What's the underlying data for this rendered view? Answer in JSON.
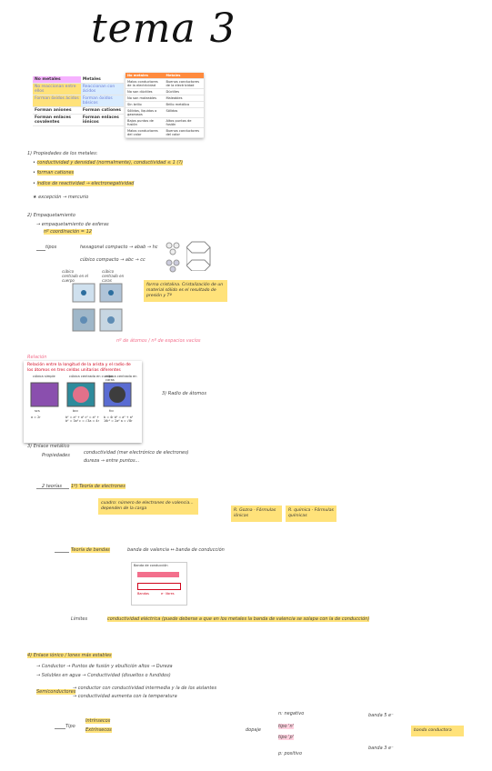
{
  "title": "tema 3",
  "table_left": {
    "headers": [
      "No metales",
      "Metales"
    ],
    "rows": [
      [
        "No reaccionan entre ellos",
        "Reaccionan con ácidos"
      ],
      [
        "Forman óxidos ácidos",
        "Forman óxidos básicos"
      ],
      [
        "Forman aniones",
        "Forman cationes"
      ],
      [
        "Forman enlaces covalentes",
        "Forman enlaces iónicos"
      ]
    ]
  },
  "table_right": {
    "headers": [
      "No metales",
      "Metales"
    ],
    "rows": [
      [
        "Malos conductores de la electricidad",
        "Buenos conductores de la electricidad"
      ],
      [
        "No son dúctiles",
        "Dúctiles"
      ],
      [
        "No son maleables",
        "Maleables"
      ],
      [
        "Sin brillo",
        "Brillo metálico"
      ],
      [
        "Sólidos, líquidos o gaseosos",
        "Sólidos"
      ],
      [
        "Bajos puntos de fusión",
        "Altos puntos de fusión"
      ],
      [
        "Malos conductores del calor",
        "Buenos conductores del calor"
      ]
    ]
  },
  "section1": {
    "heading": "1) Propiedades de los metales:",
    "items": [
      "conductividad y densidad (normalmente), conductividad ≤ 1 (?)",
      "forman cationes",
      "índice de reactividad → electronegatividad",
      "excepción → mercurio"
    ]
  },
  "section2": {
    "heading": "2) Empaquetamiento",
    "line1": "→ empaquetamiento de esferas",
    "line2": "nº coordinación = 12",
    "tipos": "tipos",
    "hexagonal": "hexagonal compacto → abab → hc",
    "cubico": "cúbico compacto → abc → cc",
    "sub_labels": [
      "cúbico centrado en el cuerpo",
      "cúbico centrado en caras"
    ],
    "note": "forma cristalina. Cristalización de un material sólido es el resultado de presión y Tª",
    "pink_note": "nº de átomos / nº de espacios vacíos",
    "rel_title": "Relación entre la longitud de la arista y el radio de los átomos en tres celdas unitarias diferentes",
    "rel_headers": [
      "cúbica simple",
      "cúbica centrada en cuerpo",
      "cúbica centrada en caras"
    ],
    "rel_formulas": [
      "a = 2r",
      "b² = a² + a²  c² = a² + b² = 3a²  c = √3a = 4r",
      "b = 4r  b² = a² + a²  16r² = 2a²  a = √8r"
    ],
    "cell_labels": [
      "scs",
      "bcc",
      "fcc"
    ],
    "pink_label": "Relación",
    "side_note": "3) Radio de átomos"
  },
  "section3": {
    "heading": "3) Enlace metálico",
    "prop": "Propiedades",
    "prop1": "conductividad (mar electrónico de electrones)",
    "prop2": "dureza → entre puntos...",
    "teoria": "2 teorías",
    "teoria1": "1º) Teoría de electrones",
    "cuadro": "cuadro: número de electrones de valencia... dependen de la carga",
    "yellow1": "R. Gozna · Fórmulas iónicas",
    "yellow2": "R. química · Fórmulas químicas",
    "teoria2": "Teoría de bandas",
    "banda_text": "banda de valencia ↔ banda de conducción",
    "chart_title": "Banda de conducción",
    "chart_labels": [
      "Bandas",
      "e⁻ libres"
    ],
    "limites": "Límites",
    "limites_text": "conductividad eléctrica (puede deberse a que en los metales la banda de valencia se solapa con la de conducción)"
  },
  "section4": {
    "heading": "4) Enlace iónico / Iones más estables",
    "l1": "→ Conductor → Puntos de fusión y ebullición altos → Dureza",
    "l2": "→ Solubles en agua → Conductividad (disueltos o fundidos)",
    "l3": "Semiconductores",
    "l3b": "→ conductor con conductividad intermedia y la de los aislantes",
    "l3c": "→ conductividad aumenta con la temperatura",
    "tipo": "Tipo",
    "intrinsecos": "Intrínsecos",
    "extrinsecos": "Extrínsecos",
    "n": "n: negativo",
    "p": "p: positivo",
    "right1": "banda 5 e⁻",
    "right2": "banda 3 e⁻",
    "right_note": "banda conductora",
    "dopaje": "dopaje",
    "tipo_n": "tipo 'n'",
    "tipo_p": "tipo 'p'"
  },
  "colors": {
    "highlight": "#ffe27a",
    "pink": "#f36f8c",
    "orange": "#f5a623"
  }
}
